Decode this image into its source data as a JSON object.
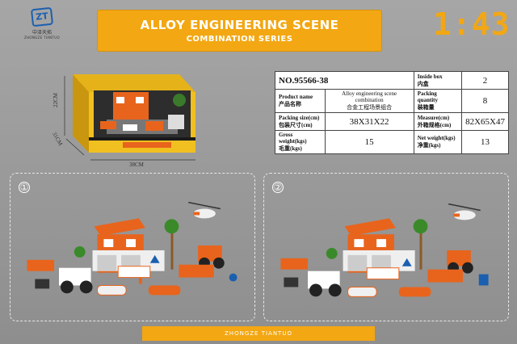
{
  "logo": {
    "mark": "ZT",
    "cn": "中泽天拓",
    "en": "ZHONGZE TIANTUO"
  },
  "title": {
    "line1": "ALLOY ENGINEERING SCENE",
    "line2": "COMBINATION SERIES"
  },
  "scale": "1:43",
  "box_dims": {
    "height": "22CM",
    "depth": "31CM",
    "width": "38CM"
  },
  "spec": {
    "item_no": "NO.95566-38",
    "product_name_label_en": "Product name",
    "product_name_label_cn": "产品名称",
    "product_name_en": "Alloy engineering scene combination",
    "product_name_cn": "合金工程场景组合",
    "inside_box_label_en": "Inside box",
    "inside_box_label_cn": "内盒",
    "inside_box": "2",
    "packing_qty_label_en": "Packing quantity",
    "packing_qty_label_cn": "装箱量",
    "packing_qty": "8",
    "packing_size_label_en": "Packing size(cm)",
    "packing_size_label_cn": "包装尺寸(cm)",
    "packing_size": "38X31X22",
    "measure_label_en": "Measure(cm)",
    "measure_label_cn": "外箱规格(cm)",
    "measure": "82X65X47",
    "gross_label_en": "Gross weight(kgs)",
    "gross_label_cn": "毛重(kgs)",
    "gross": "15",
    "net_label_en": "Net weight(kgs)",
    "net_label_cn": "净重(kgs)",
    "net": "13"
  },
  "panels": [
    {
      "number": "①"
    },
    {
      "number": "②"
    }
  ],
  "footer": "ZHONGZE TIANTUO",
  "colors": {
    "accent": "#f2a713",
    "background": "#9a9a9a",
    "vehicle_orange": "#e8641c"
  }
}
